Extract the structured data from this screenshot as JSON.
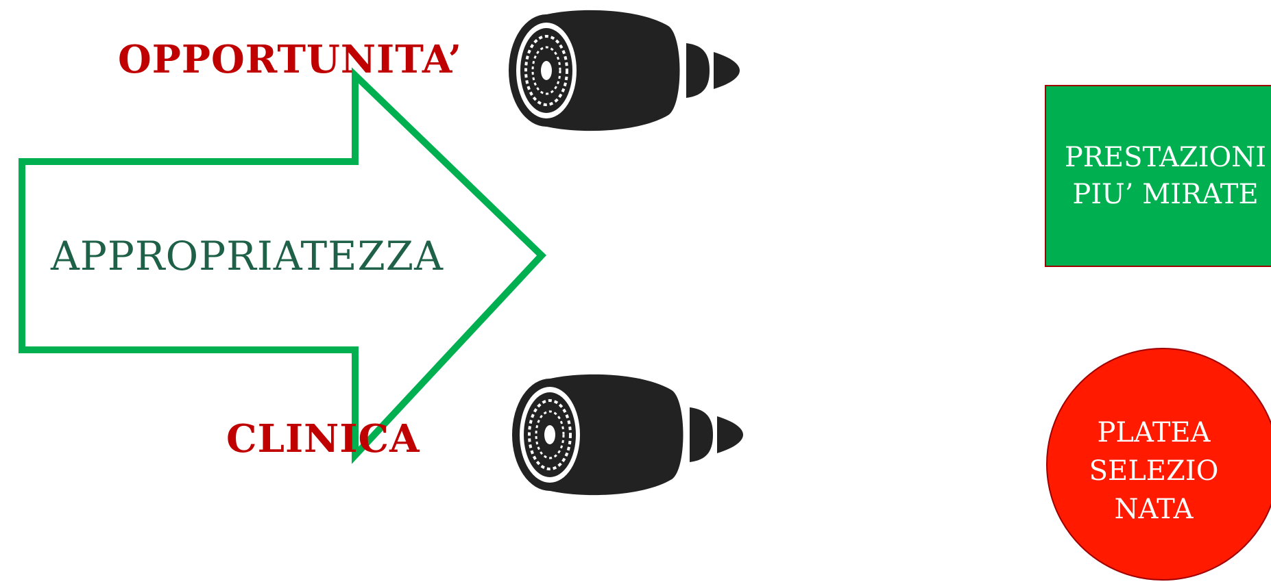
{
  "labels": {
    "opportunita": "OPPORTUNITA’",
    "clinica": "CLINICA",
    "appropriatezza": "APPROPRIATEZZA"
  },
  "boxes": {
    "prestazioni": "PRESTAZIONI\nPIU’ MIRATE",
    "platea": "PLATEA\nSELEZIO\nNATA"
  },
  "colors": {
    "arrow_outline": "#00b050",
    "highlight_text": "#c00000",
    "main_text": "#1f6148",
    "green_box": "#00b050",
    "red_circle": "#ff1a00",
    "engine": "#222222"
  },
  "icons": {
    "top": "jet-engine-icon",
    "bottom": "jet-engine-icon"
  }
}
